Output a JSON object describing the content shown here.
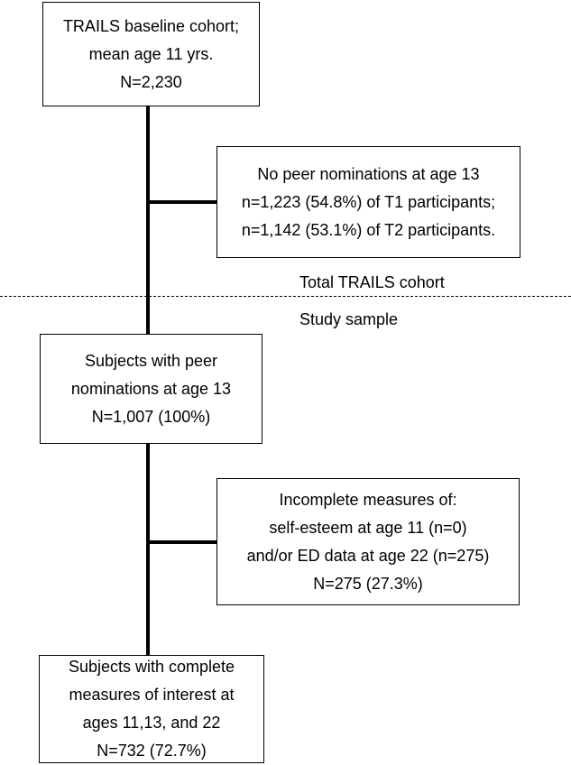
{
  "boxes": {
    "baseline": [
      "TRAILS baseline cohort;",
      "mean age 11 yrs.",
      "N=2,230"
    ],
    "no_peer": [
      "No peer nominations at age 13",
      "n=1,223 (54.8%) of T1 participants;",
      "n=1,142 (53.1%) of T2 participants."
    ],
    "with_peer": [
      "Subjects with peer",
      "nominations at age 13",
      "N=1,007 (100%)"
    ],
    "incomplete": [
      "Incomplete measures of:",
      "self-esteem at age 11 (n=0)",
      "and/or ED data at age 22 (n=275)",
      "N=275 (27.3%)"
    ],
    "complete": [
      "Subjects with complete",
      "measures of interest at",
      "ages 11,13, and 22",
      "N=732 (72.7%)"
    ]
  },
  "labels": {
    "total_cohort": "Total TRAILS cohort",
    "study_sample": "Study sample"
  }
}
